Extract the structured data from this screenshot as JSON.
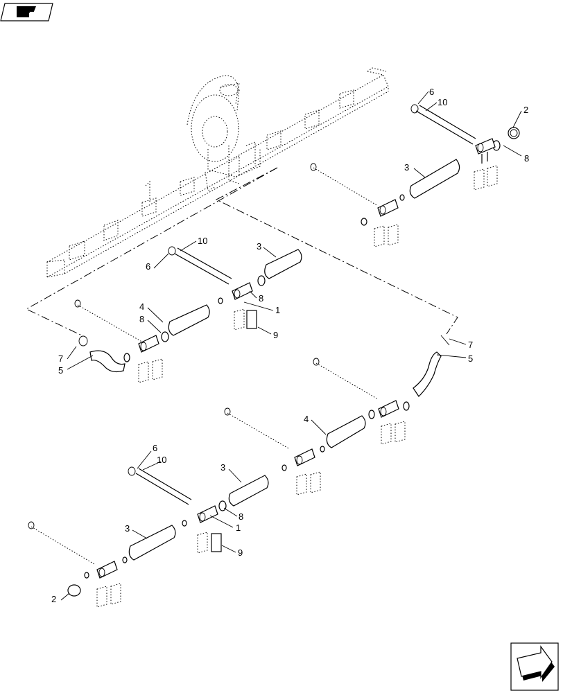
{
  "diagram": {
    "type": "exploded-parts-view",
    "colors": {
      "line": "#000000",
      "background": "#ffffff"
    },
    "icons": [
      "book-icon",
      "next-page-arrow-icon"
    ],
    "callouts": [
      {
        "id": "c1",
        "label": "6"
      },
      {
        "id": "c2",
        "label": "10"
      },
      {
        "id": "c3",
        "label": "2"
      },
      {
        "id": "c4",
        "label": "8"
      },
      {
        "id": "c5",
        "label": "3"
      },
      {
        "id": "c6",
        "label": "10"
      },
      {
        "id": "c7",
        "label": "3"
      },
      {
        "id": "c8",
        "label": "6"
      },
      {
        "id": "c9",
        "label": "8"
      },
      {
        "id": "c10",
        "label": "1"
      },
      {
        "id": "c11",
        "label": "4"
      },
      {
        "id": "c12",
        "label": "8"
      },
      {
        "id": "c13",
        "label": "9"
      },
      {
        "id": "c14",
        "label": "7"
      },
      {
        "id": "c15",
        "label": "5"
      },
      {
        "id": "c16",
        "label": "7"
      },
      {
        "id": "c17",
        "label": "5"
      },
      {
        "id": "c18",
        "label": "4"
      },
      {
        "id": "c19",
        "label": "6"
      },
      {
        "id": "c20",
        "label": "10"
      },
      {
        "id": "c21",
        "label": "3"
      },
      {
        "id": "c22",
        "label": "8"
      },
      {
        "id": "c23",
        "label": "1"
      },
      {
        "id": "c24",
        "label": "3"
      },
      {
        "id": "c25",
        "label": "9"
      },
      {
        "id": "c26",
        "label": "2"
      }
    ]
  }
}
